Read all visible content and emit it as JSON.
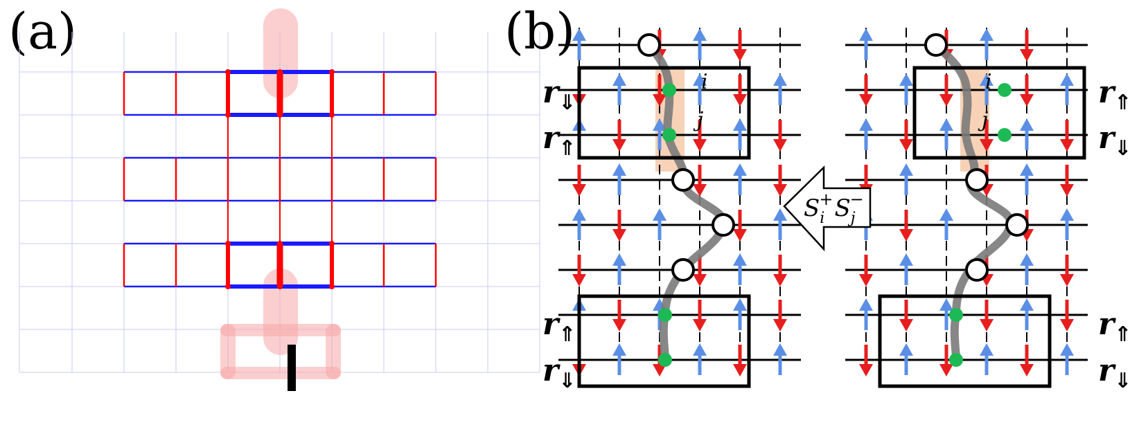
{
  "panel_a": {
    "label": "(a)"
  },
  "panel_b": {
    "label": "(b)",
    "operator": {
      "base_i": "S",
      "sup_i": "+",
      "sub_i": "i",
      "base_j": "S",
      "sup_j": "−",
      "sub_j": "j"
    },
    "left_row_labels": [
      {
        "r": "r",
        "arrow": "⇓"
      },
      {
        "r": "r",
        "arrow": "⇑"
      },
      {
        "r": "r",
        "arrow": "⇑"
      },
      {
        "r": "r",
        "arrow": "⇓"
      }
    ],
    "right_row_labels": [
      {
        "r": "r",
        "arrow": "⇑"
      },
      {
        "r": "r",
        "arrow": "⇓"
      },
      {
        "r": "r",
        "arrow": "⇑"
      },
      {
        "r": "r",
        "arrow": "⇓"
      }
    ],
    "site_labels": {
      "i": "i",
      "j": "j"
    }
  },
  "colors": {
    "blue_bond": "#1a1aff",
    "red_bond": "#ff0000",
    "faint_grid": "#c8c8ff",
    "pink_shade": "#f8a8a8",
    "up_spin": "#5b8fe6",
    "down_spin": "#e61e1e",
    "hole_path": "#7a7a7a",
    "green_site": "#1db954",
    "peach": "#f5c7a5"
  }
}
